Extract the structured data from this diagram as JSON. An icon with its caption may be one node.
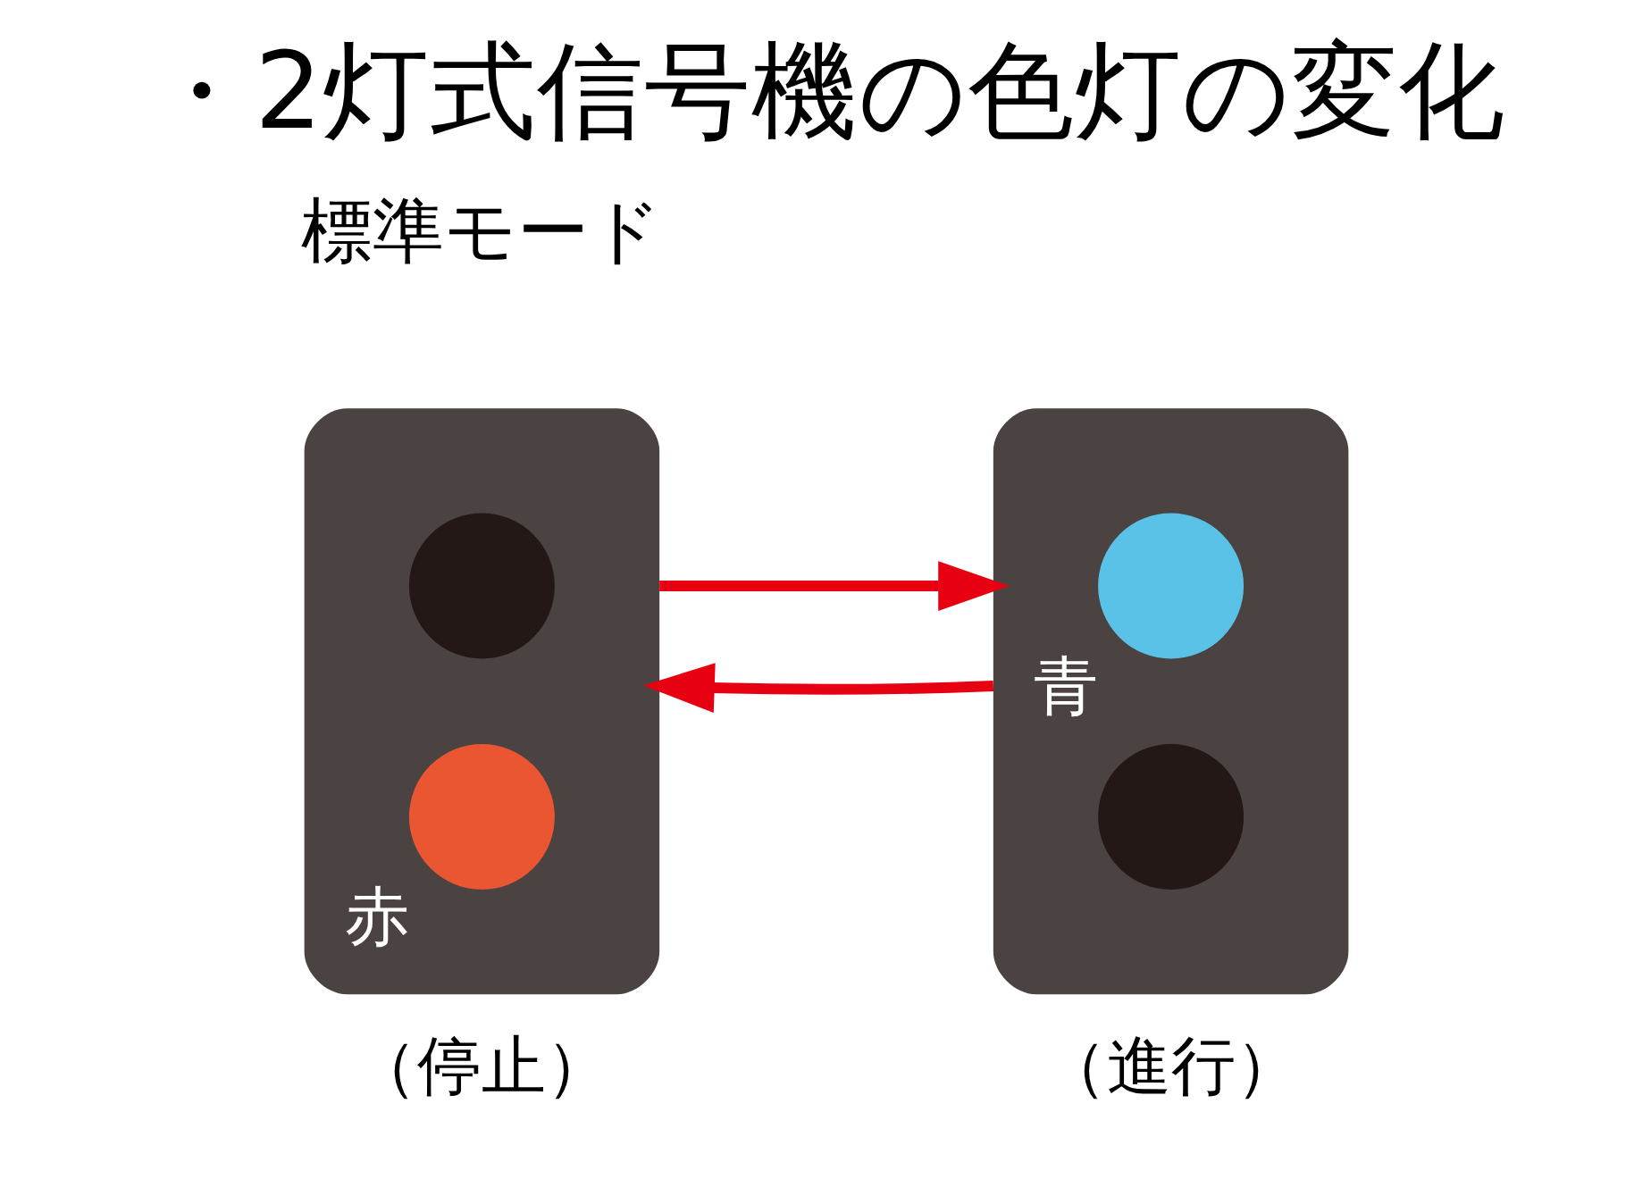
{
  "diagram": {
    "title": "・2灯式信号機の色灯の変化",
    "nodes": [
      {
        "text": [],
        "shape": "box",
        "beside": [
          "（停止）"
        ]
      },
      {
        "text": [],
        "shape": "circle",
        "in": 0
      },
      {
        "text": [],
        "shape": "circle",
        "in": 0,
        "beside": [
          "赤"
        ]
      },
      {
        "text": [],
        "shape": "box",
        "beside": [
          "（進行）"
        ]
      },
      {
        "text": [],
        "shape": "circle",
        "in": 3,
        "beside": [
          "青"
        ]
      },
      {
        "text": [],
        "shape": "circle",
        "in": 3
      }
    ],
    "edges": [
      {
        "from": 0,
        "to": 3,
        "arrow": "to"
      },
      {
        "from": 3,
        "to": 0,
        "arrow": "to"
      }
    ],
    "labels": [
      "標準モード"
    ]
  }
}
